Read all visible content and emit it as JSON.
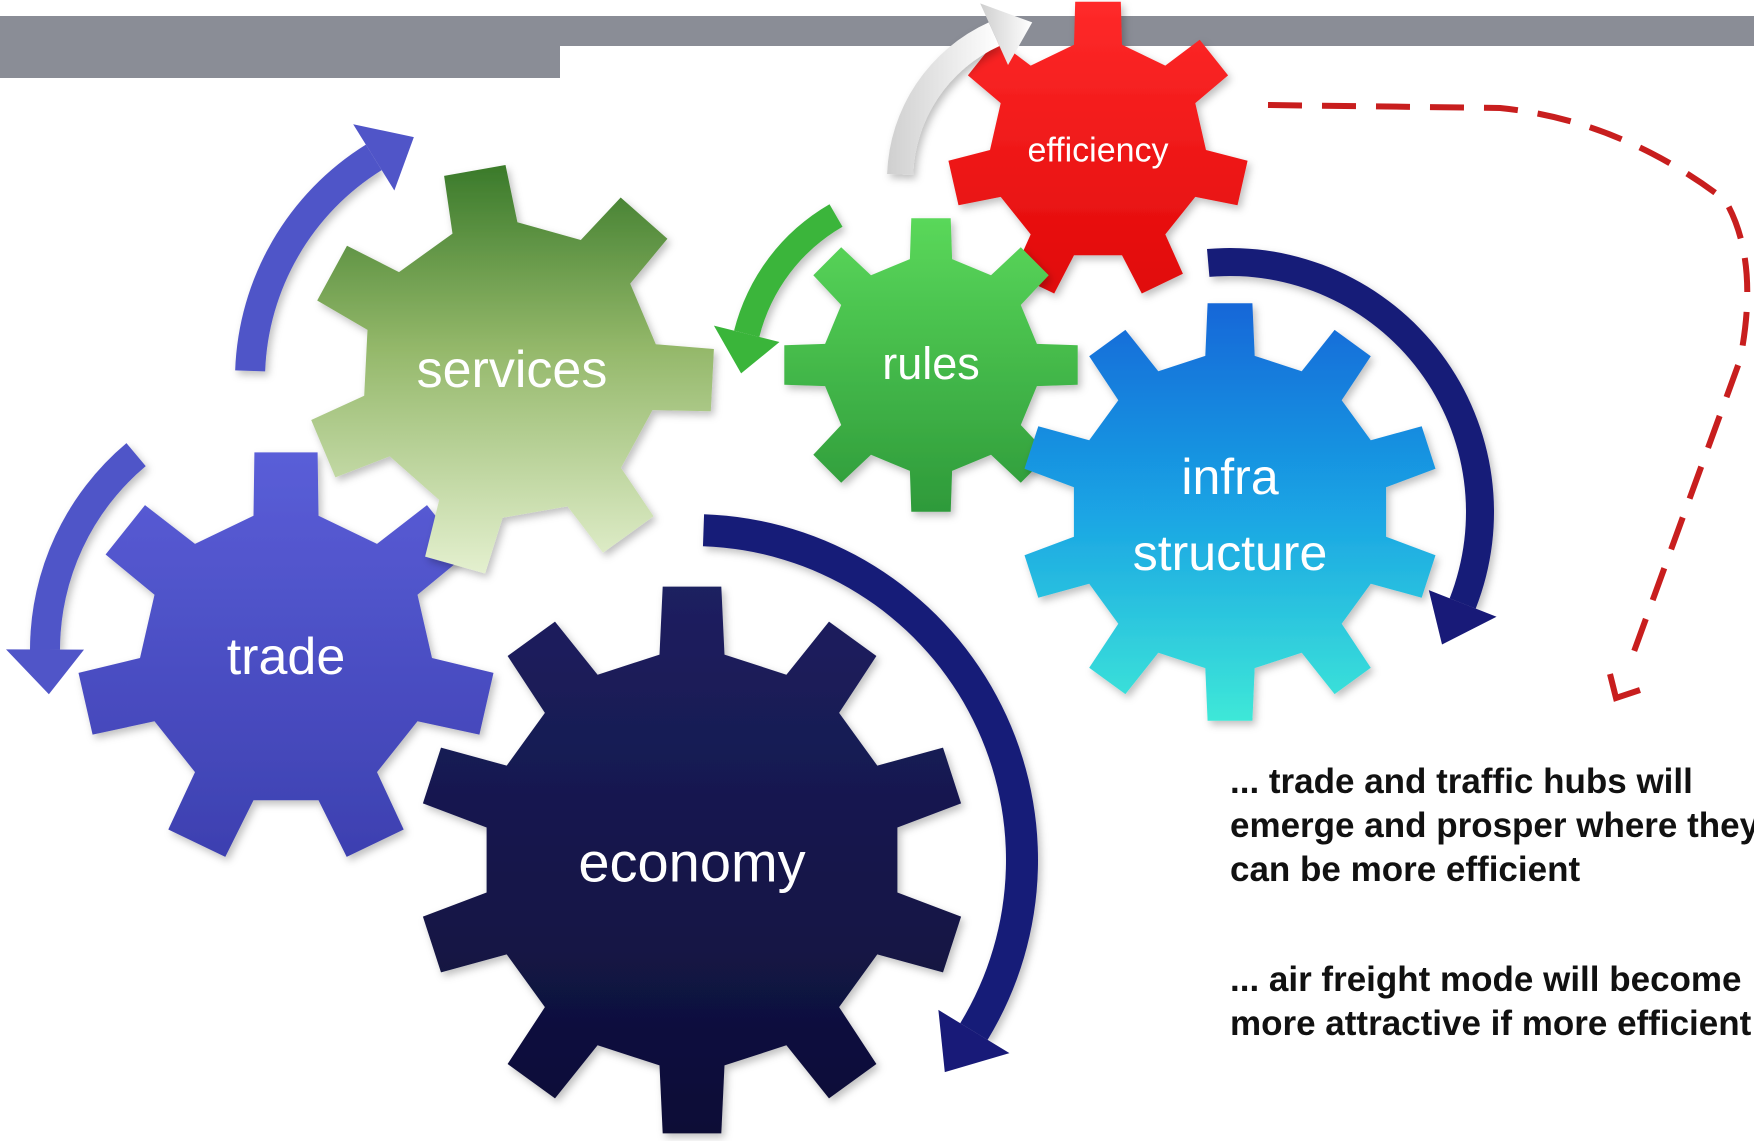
{
  "header_bar": {
    "color": "#8a8d96"
  },
  "gears": [
    {
      "id": "economy",
      "label": "economy",
      "color": "#141446"
    },
    {
      "id": "trade",
      "label": "trade",
      "color": "#4b4fc8"
    },
    {
      "id": "services",
      "label": "services",
      "color": "#8db360"
    },
    {
      "id": "rules",
      "label": "rules",
      "color": "#3fb34a"
    },
    {
      "id": "infrastructure",
      "label_line1": "infra",
      "label_line2": "structure",
      "color": "#1aa8e0"
    },
    {
      "id": "efficiency",
      "label": "efficiency",
      "color": "#ee1111"
    }
  ],
  "arrows": {
    "blue": "#5055c8",
    "navy": "#181a78",
    "green": "#3ab53a",
    "white": "#e8e8e8",
    "dashed_red": "#c81e1e"
  },
  "conclusions": [
    "... trade and traffic hubs will emerge and prosper where they can be more efficient",
    "... air freight mode will become more attractive if more efficient"
  ]
}
